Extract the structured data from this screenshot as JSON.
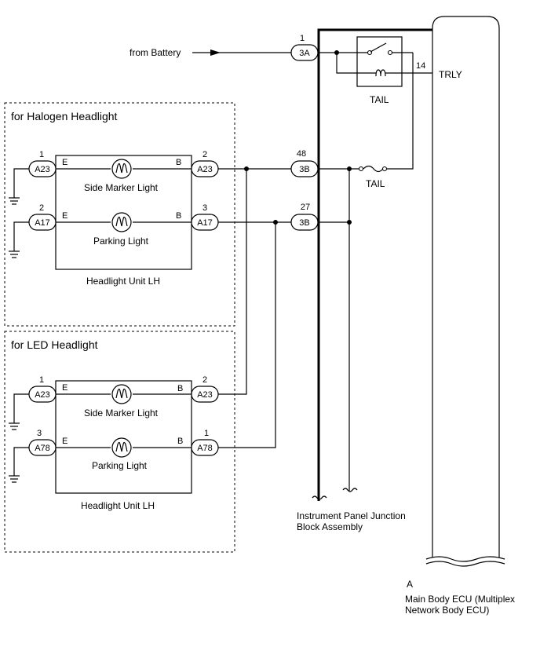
{
  "labels": {
    "from_battery": "from Battery",
    "trly": "TRLY",
    "relay_name": "TAIL",
    "fuse_name": "TAIL",
    "section_halogen": "for Halogen Headlight",
    "section_led": "for LED Headlight",
    "unit_halogen": "Headlight Unit LH",
    "unit_led": "Headlight Unit LH",
    "side_marker_halogen": "Side Marker Light",
    "parking_halogen": "Parking Light",
    "side_marker_led": "Side Marker Light",
    "parking_led": "Parking Light",
    "junction_line1": "Instrument Panel Junction",
    "junction_line2": "Block Assembly",
    "ecu_letter": "A",
    "ecu_line1": "Main Body ECU (Multiplex",
    "ecu_line2": "Network Body ECU)"
  },
  "pins": {
    "e": "E",
    "b": "B",
    "relay_out": "14"
  },
  "connectors": {
    "c3a": {
      "name": "3A",
      "pin": "1"
    },
    "c3b_48": {
      "name": "3B",
      "pin": "48"
    },
    "c3b_27": {
      "name": "3B",
      "pin": "27"
    },
    "hal_a23_left": {
      "name": "A23",
      "pin": "1"
    },
    "hal_a23_right": {
      "name": "A23",
      "pin": "2"
    },
    "hal_a17_left": {
      "name": "A17",
      "pin": "2"
    },
    "hal_a17_right": {
      "name": "A17",
      "pin": "3"
    },
    "led_a23_left": {
      "name": "A23",
      "pin": "1"
    },
    "led_a23_right": {
      "name": "A23",
      "pin": "2"
    },
    "led_a78_left": {
      "name": "A78",
      "pin": "3"
    },
    "led_a78_right": {
      "name": "A78",
      "pin": "1"
    }
  }
}
